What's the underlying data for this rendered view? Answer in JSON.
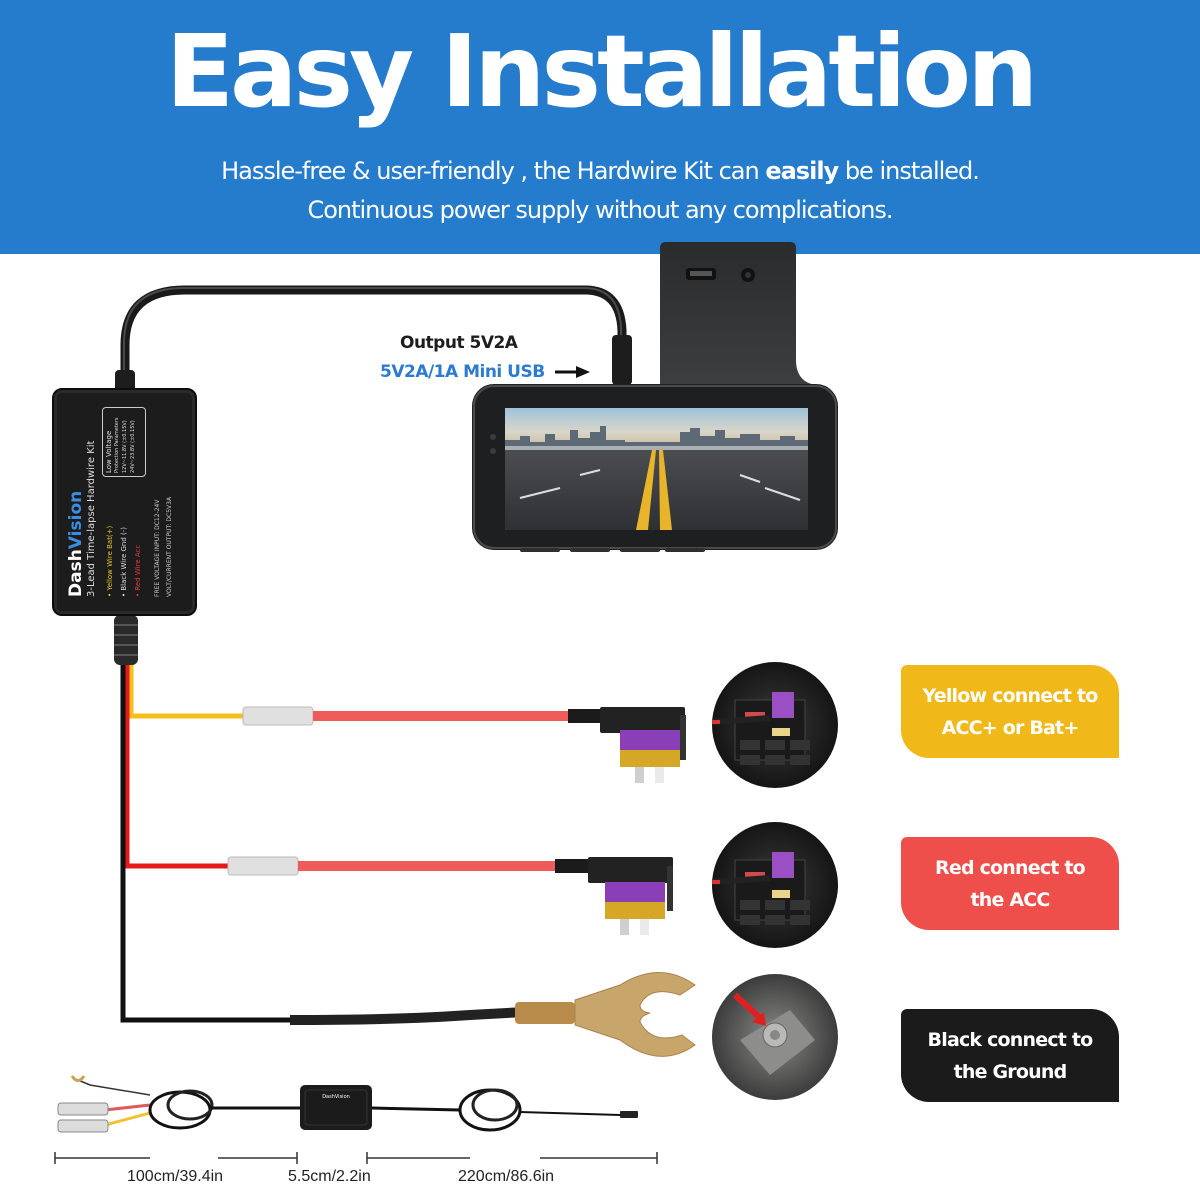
{
  "header": {
    "title": "Easy Installation",
    "subtitle_line1_pre": "Hassle-free & user-friendly , the Hardwire Kit can ",
    "subtitle_line1_bold": "easily",
    "subtitle_line1_post": " be installed.",
    "subtitle_line2": "Continuous power supply without any complications.",
    "background_color": "#257ccc"
  },
  "output": {
    "label": "Output 5V2A",
    "connector_label": "5V2A/1A Mini USB",
    "arrow_icon": "arrow-right-icon"
  },
  "hardwire_kit": {
    "brand_prefix": "Dash",
    "brand_suffix": "Vision",
    "model": "3-Lead Time-lapse Hardwire Kit",
    "lines": [
      "• Yellow Wire Bat(+)",
      "• Black Wire Gnd (-)",
      "• Red Wire Acc"
    ],
    "input_text": "FREE VOLTAGE INPUT: DC12-24V",
    "output_text": "VOLT/CURRENT OUTPUT: DC5V3A",
    "params_title": "Low Voltage",
    "params_subtitle": "Protection Parameters",
    "params": [
      "12V~11.8V (±0.15V)",
      "24V~23.8V (±0.15V)"
    ]
  },
  "connections": [
    {
      "wire": "yellow",
      "label_line1": "Yellow connect to",
      "label_line2": "ACC+ or Bat+",
      "color": "#f1b81a",
      "terminal": "fuse-tap"
    },
    {
      "wire": "red",
      "label_line1": "Red connect to",
      "label_line2": "the ACC",
      "color": "#ee4f4b",
      "terminal": "fuse-tap"
    },
    {
      "wire": "black",
      "label_line1": "Black connect to",
      "label_line2": "the Ground",
      "color": "#1b1b1b",
      "terminal": "spade-ring"
    }
  ],
  "measurements": [
    {
      "label": "100cm/39.4in"
    },
    {
      "label": "5.5cm/2.2in"
    },
    {
      "label": "220cm/86.6in"
    }
  ]
}
